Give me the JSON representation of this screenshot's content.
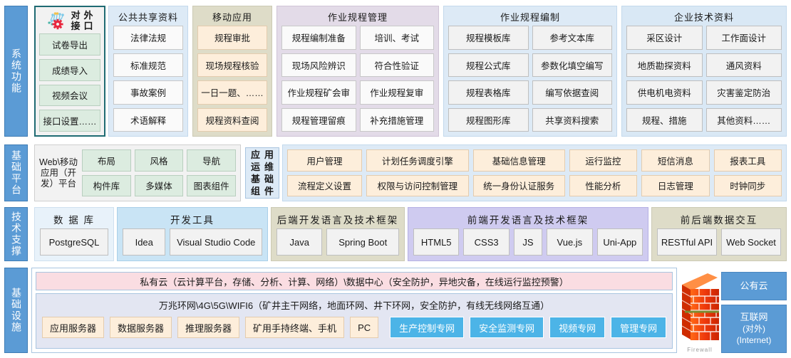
{
  "layers": [
    {
      "id": "system-function",
      "label": "系统功能"
    },
    {
      "id": "base-platform",
      "label": "基础平台"
    },
    {
      "id": "tech-support",
      "label": "技术支撑"
    },
    {
      "id": "infrastructure",
      "label": "基础设施"
    }
  ],
  "row1": {
    "api": {
      "title_chars": [
        "对",
        "外",
        "接",
        "口"
      ],
      "icon": "api-network-gear-icon",
      "items": [
        "试卷导出",
        "成绩导入",
        "视频会议",
        "接口设置……"
      ]
    },
    "public_data": {
      "title": "公共共享资料",
      "items": [
        "法律法规",
        "标准规范",
        "事故案例",
        "术语解释"
      ]
    },
    "mobile_app": {
      "title": "移动应用",
      "items": [
        "规程审批",
        "现场规程核验",
        "一日一题、……",
        "规程资料查阅"
      ]
    },
    "proc_mgmt": {
      "title": "作业规程管理",
      "col1": [
        "规程编制准备",
        "现场风险辨识",
        "作业规程矿会审",
        "规程管理留痕"
      ],
      "col2": [
        "培训、考试",
        "符合性验证",
        "作业规程复审",
        "补充措施管理"
      ]
    },
    "proc_compile": {
      "title": "作业规程编制",
      "col1": [
        "规程模板库",
        "规程公式库",
        "规程表格库",
        "规程图形库"
      ],
      "col2": [
        "参考文本库",
        "参数化填空编写",
        "编写依据查阅",
        "共享资料搜索"
      ]
    },
    "ent_tech": {
      "title": "企业技术资料",
      "col1": [
        "采区设计",
        "地质勘探资料",
        "供电机电资料",
        "规程、措施"
      ],
      "col2": [
        "工作面设计",
        "通风资料",
        "灾害鉴定防治",
        "其他资料……"
      ]
    }
  },
  "row2": {
    "web_platform": {
      "side_label": "Web\\移动应用（开发）平台",
      "col1": [
        "布局",
        "构件库"
      ],
      "col2": [
        "风格",
        "多媒体"
      ],
      "col3": [
        "导航",
        "图表组件"
      ]
    },
    "ops_label_chars": [
      "应",
      "用",
      "运",
      "维",
      "基",
      "础",
      "组",
      "件"
    ],
    "ops_components": {
      "row1": [
        "用户管理",
        "计划任务调度引擎",
        "基础信息管理",
        "运行监控",
        "短信消息",
        "报表工具"
      ],
      "row2": [
        "流程定义设置",
        "权限与访问控制管理",
        "统一身份认证服务",
        "性能分析",
        "日志管理",
        "时钟同步"
      ]
    }
  },
  "row3": {
    "database": {
      "title": "数 据 库",
      "items": [
        "PostgreSQL"
      ]
    },
    "dev_tools": {
      "title": "开发工具",
      "items": [
        "Idea",
        "Visual Studio Code"
      ]
    },
    "backend": {
      "title": "后端开发语言及技术框架",
      "items": [
        "Java",
        "Spring Boot"
      ]
    },
    "frontend": {
      "title": "前端开发语言及技术框架",
      "items": [
        "HTML5",
        "CSS3",
        "JS",
        "Vue.js",
        "Uni-App"
      ]
    },
    "interchange": {
      "title": "前后端数据交互",
      "items": [
        "RESTful API",
        "Web Socket"
      ]
    }
  },
  "row4": {
    "cloud_bar": "私有云（云计算平台，存储、分析、计算、网络）\\数据中心（安全防护，异地灾备，在线运行监控预警）",
    "network_title": "万兆环网\\4G\\5G\\WIFI6（矿井主干网络，地面环网、井下环网，安全防护，有线无线网络互通）",
    "servers": [
      "应用服务器",
      "数据服务器",
      "推理服务器",
      "矿用手持终端、手机",
      "PC"
    ],
    "networks": [
      "生产控制专网",
      "安全监测专网",
      "视频专网",
      "管理专网"
    ],
    "firewall": {
      "icon": "firewall-brick-icon",
      "caption": "Firewall"
    },
    "public_cloud": "公有云",
    "internet": {
      "line1": "互联网",
      "line2": "(对外)",
      "line3": "(Internet)"
    }
  },
  "colors": {
    "layer_blue": "#5b9bd5",
    "api_border": "#1f6b73",
    "mint": "#dcece0",
    "peach": "#fdeedb",
    "cyan_net": "#4cb4e7",
    "cloud_pink": "#fadde2",
    "purple": "#cfcbf0"
  }
}
